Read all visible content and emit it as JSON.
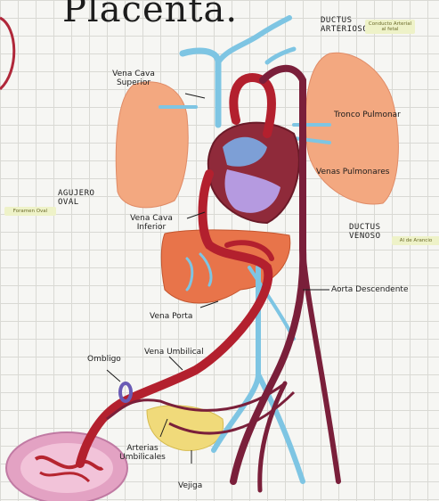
{
  "title": "Placenta.",
  "labels": {
    "ductus_arteriosus": "DUCTUS ARTERIOSO",
    "ductus_arteriosus_note": "Conducto Arterial al fetal",
    "foramen_ovale": "AGUJERO OVAL",
    "foramen_ovale_note": "Foramen Oval",
    "ductus_venosus": "DUCTUS VENOSO",
    "ductus_venosus_note": "Al de Arancio",
    "vena_cava_superior": "Vena Cava Superior",
    "tronco_pulmonar": "Tronco Pulmonar",
    "venas_pulmonares": "Venas Pulmonares",
    "vena_cava_inferior": "Vena Cava Inferior",
    "aorta_descendente": "Aorta Descendente",
    "vena_porta": "Vena Porta",
    "vena_umbilical": "Vena Umbilical",
    "ombligo": "Ombligo",
    "arterias_umbilicales": "Arterias Umbilicales",
    "vejiga": "Vejiga"
  }
}
